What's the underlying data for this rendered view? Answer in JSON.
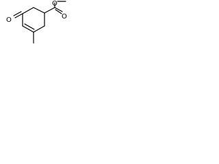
{
  "diagram": {
    "type": "skeletal-structure",
    "atoms": {
      "ring_ketone_oxygen": "O",
      "ester_carbonyl_oxygen": "O",
      "ester_ether_oxygen": "O"
    },
    "colors": {
      "bond": "#000000",
      "label": "#000000",
      "background": "#ffffff"
    }
  }
}
